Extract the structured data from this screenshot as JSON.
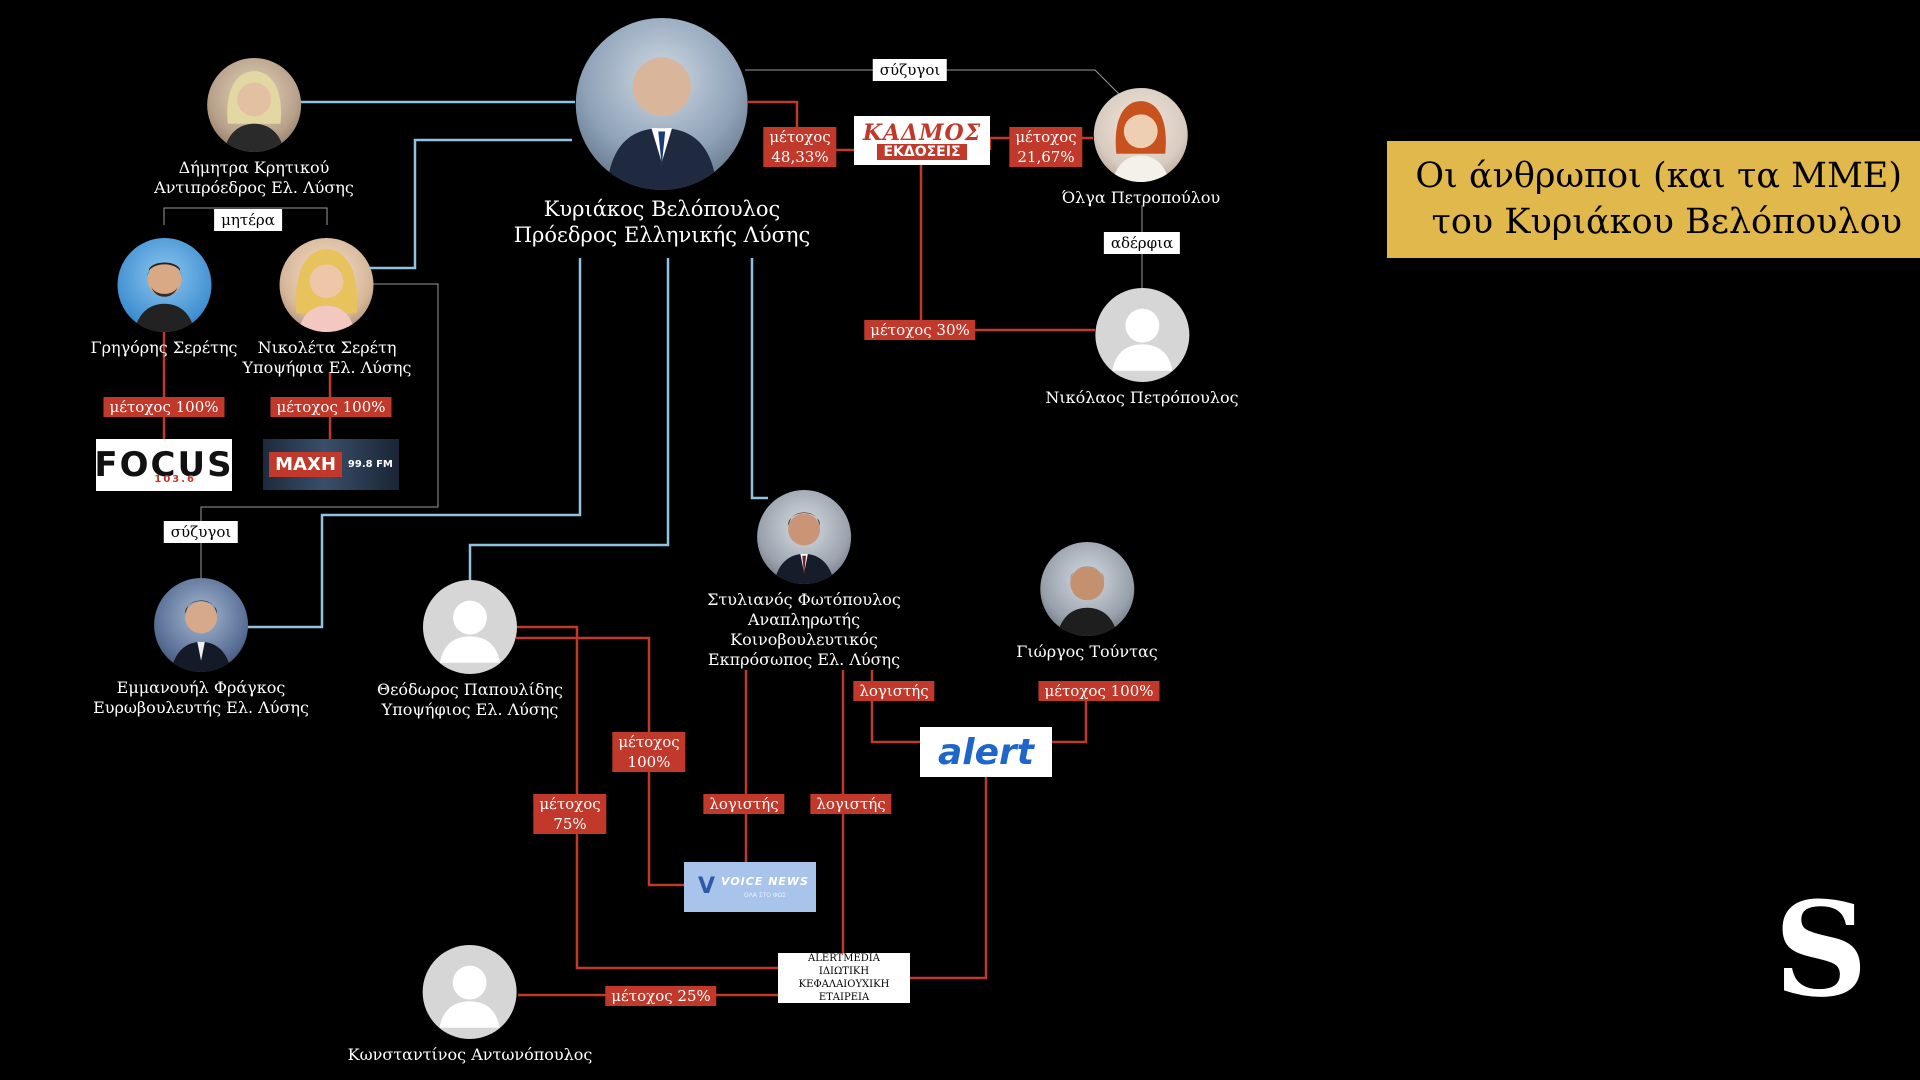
{
  "title": {
    "line1": "Οι άνθρωποι (και τα ΜΜΕ)",
    "line2": "του Κυριάκου Βελόπουλου"
  },
  "brand": {
    "letter": "S"
  },
  "people": {
    "velopoulos": {
      "name": "Κυριάκος Βελόπουλος",
      "role": "Πρόεδρος Ελληνικής Λύσης"
    },
    "kritikou": {
      "name": "Δήμητρα Κρητικού",
      "role": "Αντιπρόεδρος Ελ. Λύσης"
    },
    "grigoris": {
      "name": "Γρηγόρης Σερέτης"
    },
    "nikoleta": {
      "name": "Νικολέτα Σερέτη",
      "role": "Υποψήφια Ελ. Λύσης"
    },
    "fragkos": {
      "name": "Εμμανουήλ Φράγκος",
      "role": "Ευρωβουλευτής Ελ. Λύσης"
    },
    "olga": {
      "name": "Όλγα Πετροπούλου"
    },
    "nikolaos": {
      "name": "Νικόλαος Πετρόπουλος"
    },
    "papoulidis": {
      "name": "Θεόδωρος Παπουλίδης",
      "role": "Υποψήφιος Ελ. Λύσης"
    },
    "fotopoulos": {
      "name": "Στυλιανός Φωτόπουλος",
      "role1": "Αναπληρωτής",
      "role2": "Κοινοβουλευτικός",
      "role3": "Εκπρόσωπος Ελ. Λύσης"
    },
    "tountas": {
      "name": "Γιώργος Τούντας"
    },
    "antonopoulos": {
      "name": "Κωνσταντίνος Αντωνόπουλος"
    }
  },
  "relations": {
    "spouses_top": "σύζυγοι",
    "mother": "μητέρα",
    "siblings": "αδέρφια",
    "spouses_left": "σύζυγοι"
  },
  "tags": {
    "velo_kadmos": {
      "line1": "μέτοχος",
      "line2": "48,33%"
    },
    "olga_kadmos": {
      "line1": "μέτοχος",
      "line2": "21,67%"
    },
    "nikolaos_kadmos": "μέτοχος 30%",
    "grigoris_focus": "μέτοχος 100%",
    "nikoleta_maxi": "μέτοχος 100%",
    "papoulidis_voice": {
      "line1": "μέτοχος",
      "line2": "100%"
    },
    "papoulidis_alertmedia": {
      "line1": "μέτοχος",
      "line2": "75%"
    },
    "fotopoulos_voice": "λογιστής",
    "fotopoulos_alertmedia": "λογιστής",
    "fotopoulos_alert": "λογιστής",
    "tountas_alert": "μέτοχος 100%",
    "antonopoulos_alertmedia": "μέτοχος 25%"
  },
  "logos": {
    "focus": {
      "text": "FOCUS",
      "sub": "103.6"
    },
    "maxi": {
      "text": "ΜΑΧΗ",
      "freq": "99.8 FM"
    },
    "kadmos": {
      "top": "ΚΑΔΜΟΣ",
      "bottom": "ΕΚΔΟΣΕΙΣ"
    },
    "alert": {
      "text": "alert"
    },
    "voice": {
      "v": "V",
      "text": "VOICE NEWS",
      "sub": "ΟΛΑ ΣΤΟ ΦΩΣ"
    }
  },
  "company": {
    "line1": "ALERTMEDIA",
    "line2": "ΙΔΙΩΤΙΚΗ",
    "line3": "ΚΕΦΑΛΑΙΟΥΧΙΚΗ",
    "line4": "ΕΤΑΙΡΕΙΑ"
  },
  "colors": {
    "background": "#000000",
    "ownership": "#c0392b",
    "party": "#8fc3de",
    "family": "#9a9a9a",
    "title_bg": "#e1b84c"
  }
}
